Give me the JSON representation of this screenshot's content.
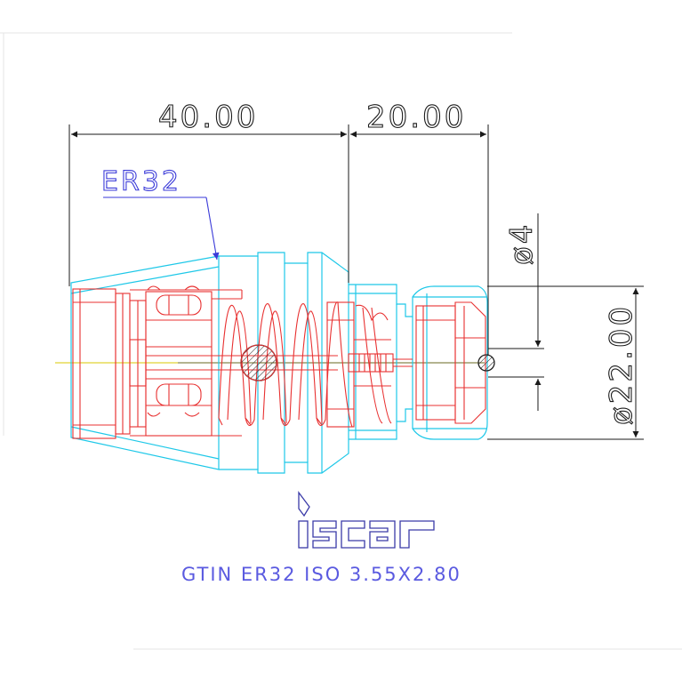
{
  "dimensions": {
    "length_left": "40.00",
    "length_right": "20.00",
    "diameter_small": "ø4",
    "diameter_large": "ø22.00"
  },
  "label": {
    "collet": "ER32"
  },
  "logo": {
    "brand": "iscar"
  },
  "caption": "GTIN ER32 ISO 3.55X2.80",
  "colors": {
    "dimension": "#1a1a1a",
    "body_outline": "#1ec8e8",
    "internal_parts": "#e83030",
    "label": "#3a3ad8",
    "logo": "#3a3aa8",
    "centerline": "#d8c800"
  }
}
